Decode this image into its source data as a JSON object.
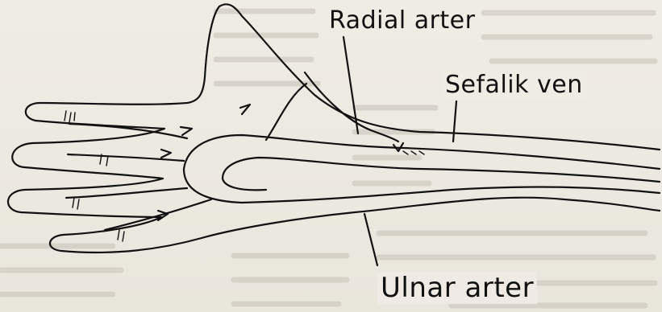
{
  "labels": {
    "radial_artery": "Radial arter",
    "cephalic_vein": "Sefalik ven",
    "ulnar_artery": "Ulnar arter"
  },
  "colors": {
    "paper": "#ece9e0",
    "ink": "#111111",
    "bleed_text": "#b7b2a6"
  }
}
